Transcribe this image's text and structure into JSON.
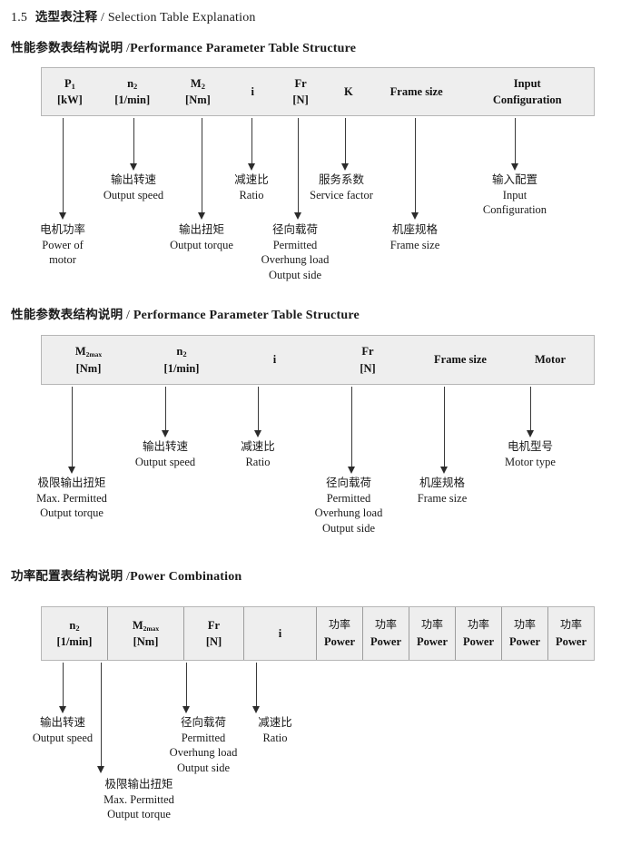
{
  "page": {
    "section_number": "1.5",
    "section_title_cn": "选型表注释",
    "section_separator": "/",
    "section_title_en": "Selection Table Explanation"
  },
  "sections": [
    {
      "heading_cn": "性能参数表结构说明",
      "heading_sep": "/",
      "heading_en": "Performance Parameter Table Structure",
      "table": {
        "bordered": false,
        "columns": [
          {
            "symbol": "P",
            "sub": "1",
            "unit": "[kW]"
          },
          {
            "symbol": "n",
            "sub": "2",
            "unit": "[1/min]"
          },
          {
            "symbol": "M",
            "sub": "2",
            "unit": "[Nm]"
          },
          {
            "symbol": "i",
            "sub": "",
            "unit": ""
          },
          {
            "symbol": "Fr",
            "sub": "",
            "unit": "[N]"
          },
          {
            "symbol": "K",
            "sub": "",
            "unit": ""
          },
          {
            "symbol": "Frame size",
            "sub": "",
            "unit": ""
          },
          {
            "symbol": "Input",
            "sub": "",
            "unit": "Configuration"
          }
        ]
      },
      "annotations": [
        {
          "cn": "电机功率",
          "en": [
            "Power of",
            "motor"
          ]
        },
        {
          "cn": "输出转速",
          "en": [
            "Output speed"
          ]
        },
        {
          "cn": "输出扭矩",
          "en": [
            "Output torque"
          ]
        },
        {
          "cn": "减速比",
          "en": [
            "Ratio"
          ]
        },
        {
          "cn": "径向载荷",
          "en": [
            "Permitted",
            "Overhung load",
            "Output side"
          ]
        },
        {
          "cn": "服务系数",
          "en": [
            "Service factor"
          ]
        },
        {
          "cn": "机座规格",
          "en": [
            "Frame size"
          ]
        },
        {
          "cn": "输入配置",
          "en": [
            "Input",
            "Configuration"
          ]
        }
      ]
    },
    {
      "heading_cn": "性能参数表结构说明",
      "heading_sep": "/",
      "heading_en": "Performance Parameter Table Structure",
      "table": {
        "bordered": false,
        "columns": [
          {
            "symbol": "M",
            "sub": "2max",
            "unit": "[Nm]"
          },
          {
            "symbol": "n",
            "sub": "2",
            "unit": "[1/min]"
          },
          {
            "symbol": "i",
            "sub": "",
            "unit": ""
          },
          {
            "symbol": "Fr",
            "sub": "",
            "unit": "[N]"
          },
          {
            "symbol": "Frame size",
            "sub": "",
            "unit": ""
          },
          {
            "symbol": "Motor",
            "sub": "",
            "unit": ""
          }
        ]
      },
      "annotations": [
        {
          "cn": "极限输出扭矩",
          "en": [
            "Max. Permitted",
            "Output  torque"
          ]
        },
        {
          "cn": "输出转速",
          "en": [
            "Output speed"
          ]
        },
        {
          "cn": "减速比",
          "en": [
            "Ratio"
          ]
        },
        {
          "cn": "径向载荷",
          "en": [
            "Permitted",
            "Overhung load",
            "Output side"
          ]
        },
        {
          "cn": "机座规格",
          "en": [
            "Frame size"
          ]
        },
        {
          "cn": "电机型号",
          "en": [
            "Motor type"
          ]
        }
      ]
    },
    {
      "heading_cn": "功率配置表结构说明",
      "heading_sep": "/",
      "heading_en": "Power Combination",
      "table": {
        "bordered": true,
        "columns": [
          {
            "symbol": "n",
            "sub": "2",
            "unit": "[1/min]"
          },
          {
            "symbol": "M",
            "sub": "2max",
            "unit": "[Nm]"
          },
          {
            "symbol": "Fr",
            "sub": "",
            "unit": "[N]"
          },
          {
            "symbol": "i",
            "sub": "",
            "unit": ""
          },
          {
            "symbol_cn": "功率",
            "sub": "",
            "unit": "Power"
          },
          {
            "symbol_cn": "功率",
            "sub": "",
            "unit": "Power"
          },
          {
            "symbol_cn": "功率",
            "sub": "",
            "unit": "Power"
          },
          {
            "symbol_cn": "功率",
            "sub": "",
            "unit": "Power"
          },
          {
            "symbol_cn": "功率",
            "sub": "",
            "unit": "Power"
          },
          {
            "symbol_cn": "功率",
            "sub": "",
            "unit": "Power"
          }
        ]
      },
      "annotations": [
        {
          "cn": "输出转速",
          "en": [
            "Output speed"
          ]
        },
        {
          "cn": "极限输出扭矩",
          "en": [
            "Max. Permitted",
            "Output  torque"
          ]
        },
        {
          "cn": "径向载荷",
          "en": [
            "Permitted",
            "Overhung load",
            "Output side"
          ]
        },
        {
          "cn": "减速比",
          "en": [
            "Ratio"
          ]
        }
      ]
    }
  ]
}
